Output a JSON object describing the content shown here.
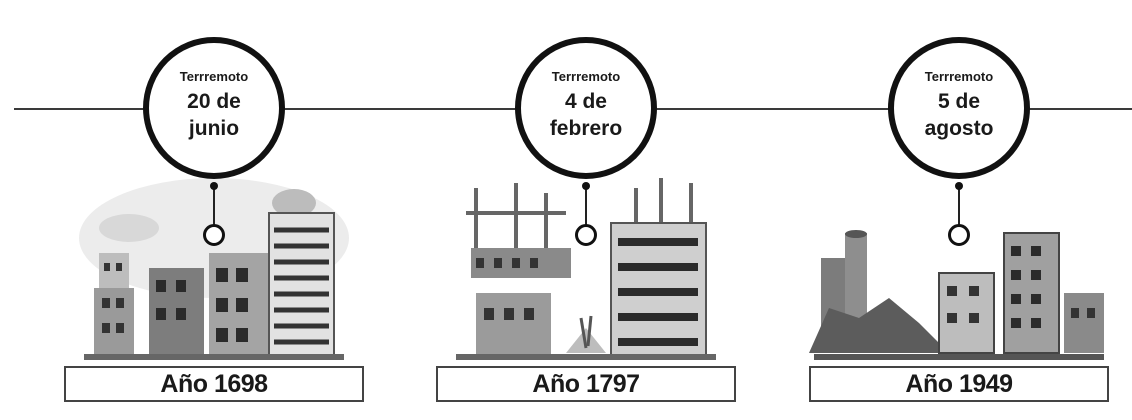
{
  "timeline": {
    "events": [
      {
        "label": "Terrremoto",
        "date": "20 de\njunio",
        "year": "Año 1698"
      },
      {
        "label": "Terrremoto",
        "date": "4 de\nfebrero",
        "year": "Año 1797"
      },
      {
        "label": "Terrremoto",
        "date": "5 de\nagosto",
        "year": "Año 1949"
      }
    ]
  }
}
